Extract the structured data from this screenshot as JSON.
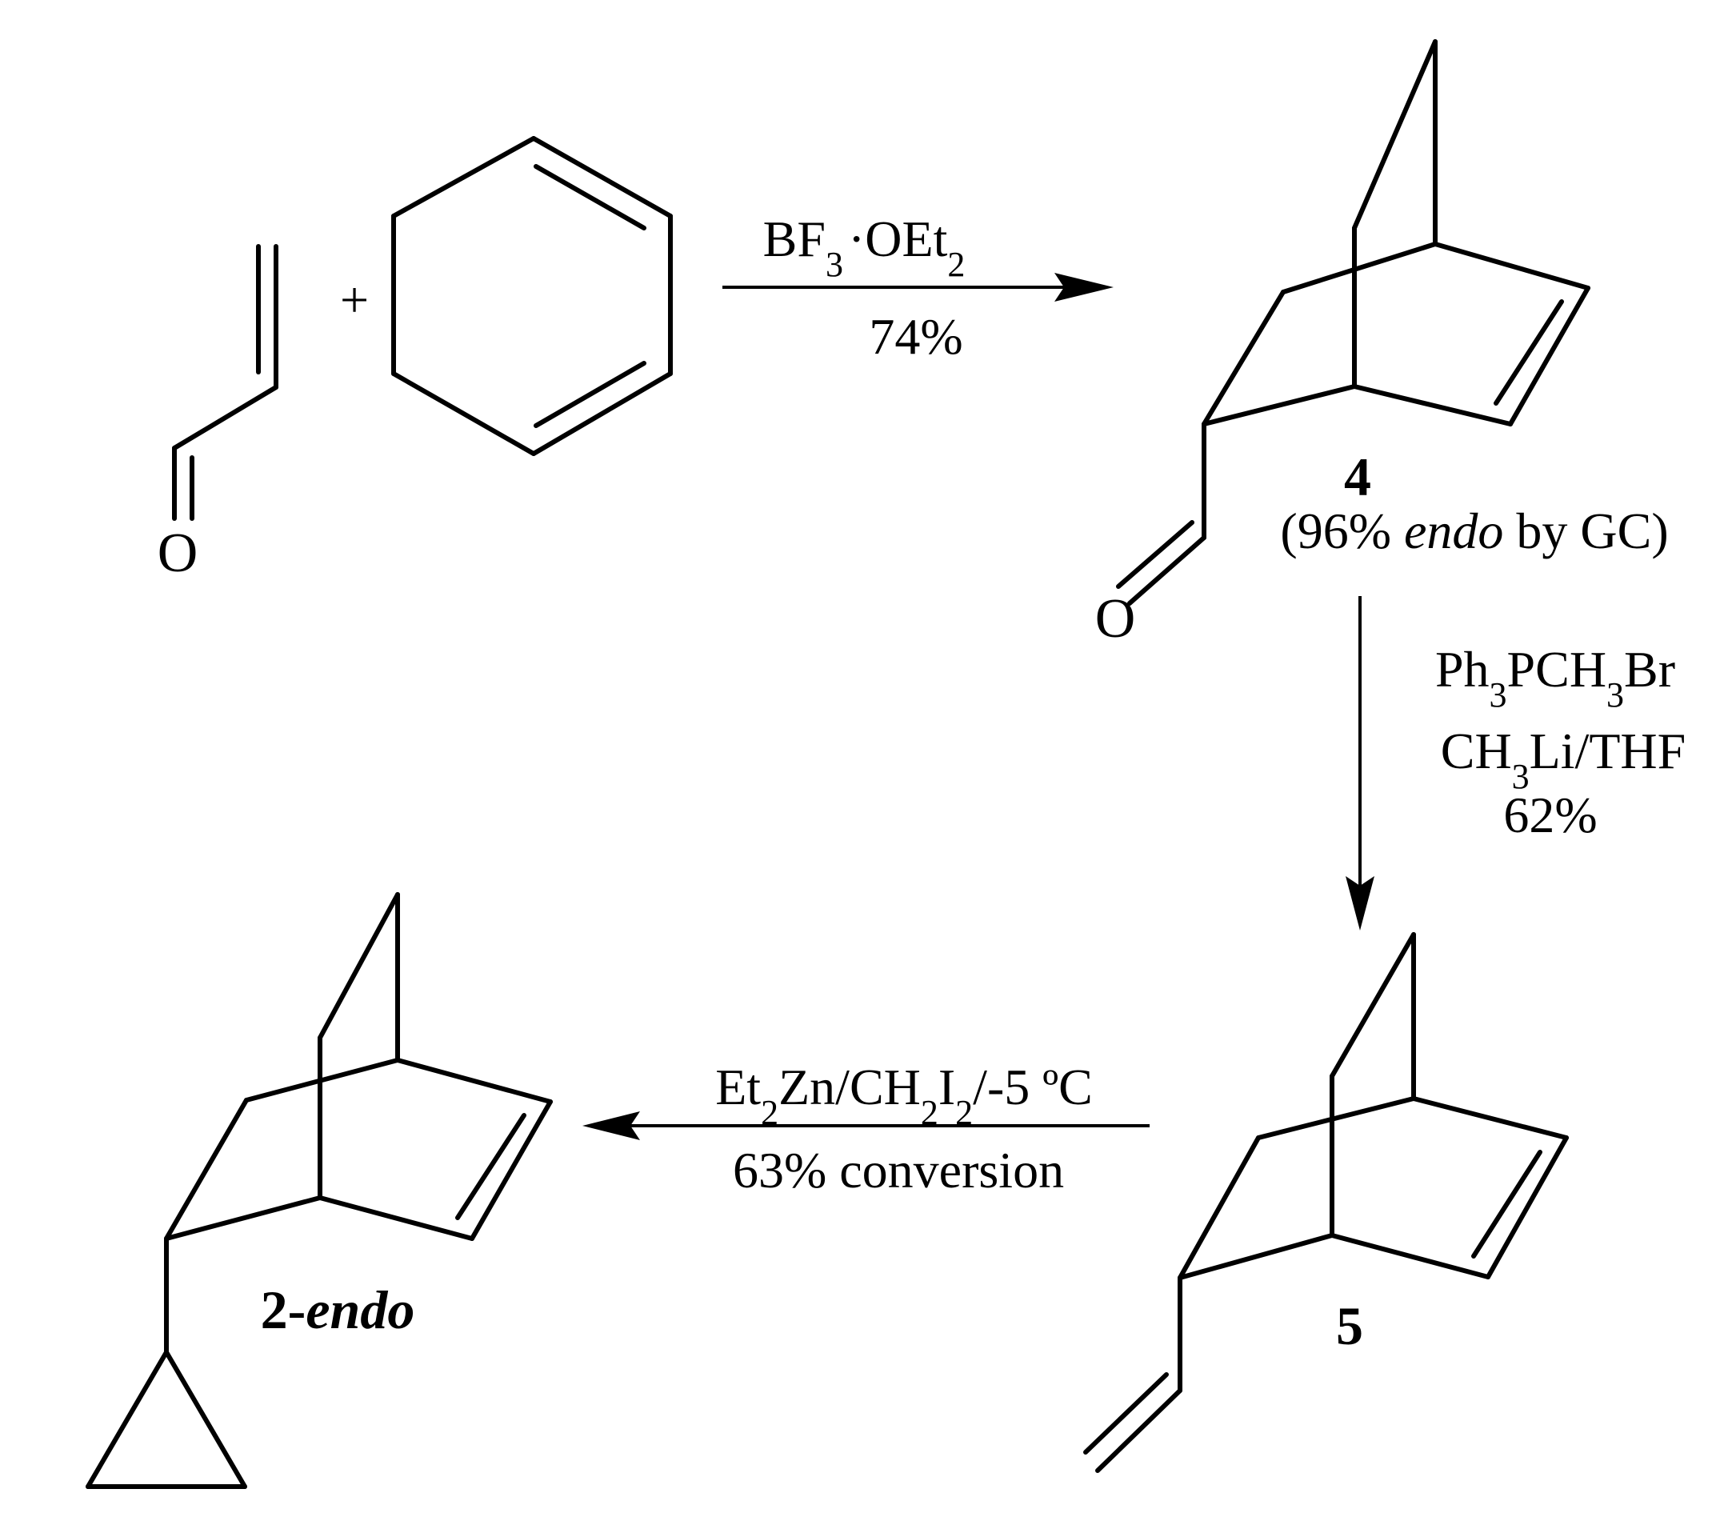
{
  "step1": {
    "reagent_prefix": "BF",
    "reagent_sub1": "3",
    "reagent_dot": "·",
    "reagent_mid": "OEt",
    "reagent_sub2": "2",
    "yield": "74%"
  },
  "plus_sign": "+",
  "acrolein": {
    "oxygen": "O"
  },
  "compound4": {
    "label": "4",
    "note_open": "(96% ",
    "note_italic": "endo",
    "note_close": " by GC)",
    "oxygen": "O"
  },
  "step2": {
    "line1_a": "Ph",
    "line1_sub1": "3",
    "line1_b": "PCH",
    "line1_sub2": "3",
    "line1_c": "Br",
    "line2_a": "CH",
    "line2_sub": "3",
    "line2_b": "Li/THF",
    "yield": "62%"
  },
  "compound5": {
    "label": "5"
  },
  "step3": {
    "a": "Et",
    "sub1": "2",
    "b": "Zn/CH",
    "sub2": "2",
    "c": "I",
    "sub3": "2",
    "d": "/-5 ºC",
    "note": "63% conversion"
  },
  "product": {
    "label_prefix": "2-",
    "label_italic": "endo"
  }
}
